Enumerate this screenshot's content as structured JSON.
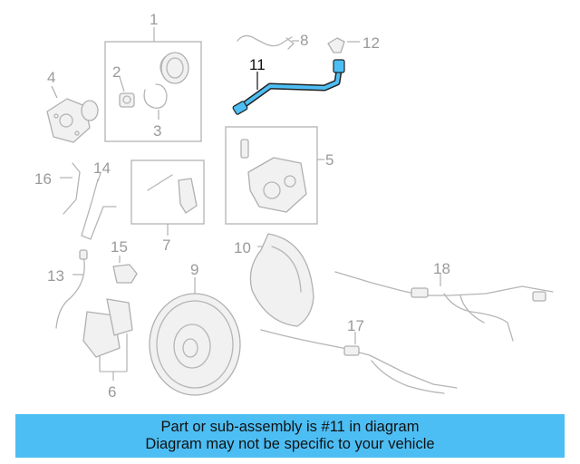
{
  "callouts": {
    "c1": "1",
    "c2": "2",
    "c3": "3",
    "c4": "4",
    "c5": "5",
    "c6": "6",
    "c7": "7",
    "c8": "8",
    "c9": "9",
    "c10": "10",
    "c11": "11",
    "c12": "12",
    "c13": "13",
    "c14": "14",
    "c15": "15",
    "c16": "16",
    "c17": "17",
    "c18": "18"
  },
  "highlight": {
    "part_number": "11",
    "color": "#4dbef4"
  },
  "banner": {
    "line1": "Part or sub-assembly is #11 in diagram",
    "line2": "Diagram may not be specific to your vehicle",
    "background": "#4dbef4"
  }
}
